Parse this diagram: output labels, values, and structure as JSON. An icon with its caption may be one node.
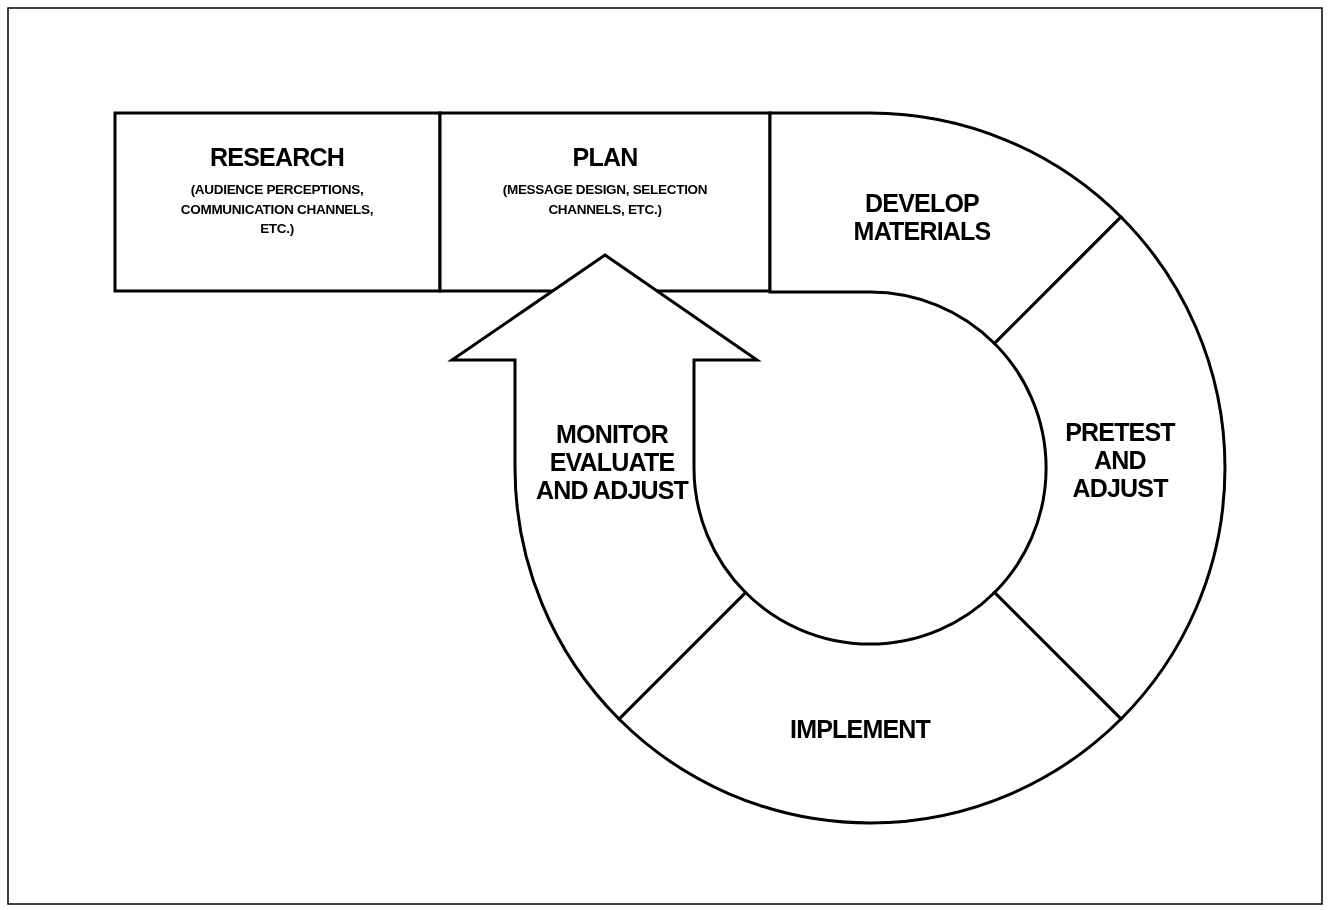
{
  "diagram": {
    "nodes": [
      {
        "text": [
          "RESEARCH",
          "(AUDIENCE PERCEPTIONS, COMMUNICATION CHANNELS, ETC.)"
        ]
      },
      {
        "text": [
          "PLAN",
          "(MESSAGE DESIGN, SELECTION CHANNELS, ETC.)"
        ]
      },
      {
        "text": [
          "DEVELOP MATERIALS"
        ]
      },
      {
        "text": [
          "PRETEST AND ADJUST"
        ]
      },
      {
        "text": [
          "IMPLEMENT"
        ]
      },
      {
        "text": [
          "MONITOR EVALUATE AND ADJUST"
        ]
      }
    ]
  }
}
